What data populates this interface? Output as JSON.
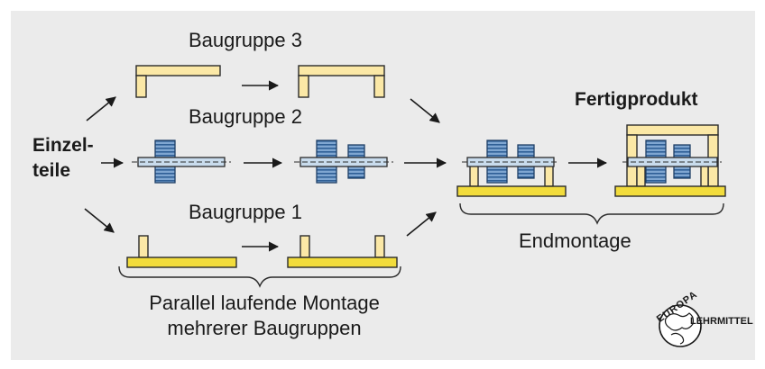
{
  "labels": {
    "einzelteile_line1": "Einzel-",
    "einzelteile_line2": "teile",
    "baugruppe3": "Baugruppe 3",
    "baugruppe2": "Baugruppe 2",
    "baugruppe1": "Baugruppe 1",
    "fertigprodukt": "Fertigprodukt",
    "endmontage": "Endmontage",
    "parallel_line1": "Parallel laufende Montage",
    "parallel_line2": "mehrerer Baugruppen"
  },
  "logo": {
    "text_arc": "EUROPA",
    "text_side": "LEHRMITTEL"
  },
  "colors": {
    "background": "#ebebeb",
    "frame_fill": "#fbe8a6",
    "frame_stroke": "#2b2b2b",
    "base_fill": "#f2dc3c",
    "gear_fill": "#5d8bc0",
    "shaft_fill": "#c9dced"
  }
}
